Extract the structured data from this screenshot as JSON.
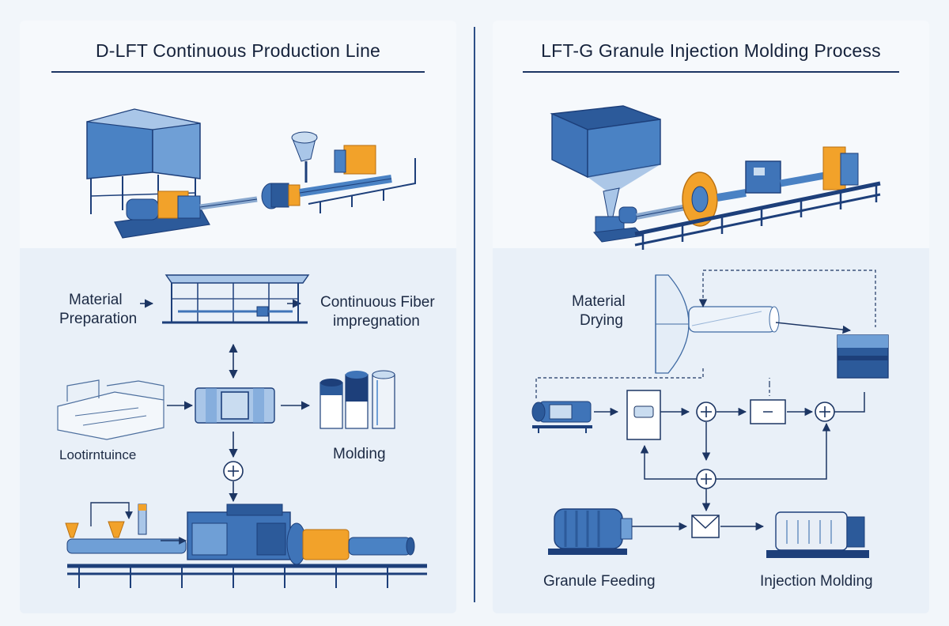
{
  "left_panel": {
    "title": "D-LFT Continuous Production Line",
    "labels": {
      "material_preparation_line1": "Material",
      "material_preparation_line2": "Preparation",
      "fiber_impregnation_line1": "Continuous Fiber",
      "fiber_impregnation_line2": "impregnation",
      "garbled_label": "Lootirntuince",
      "molding": "Molding"
    }
  },
  "right_panel": {
    "title": "LFT-G Granule Injection Molding Process",
    "labels": {
      "material_drying_line1": "Material",
      "material_drying_line2": "Drying",
      "granule_feeding": "Granule Feeding",
      "injection_molding": "Injection Molding"
    }
  },
  "colors": {
    "blue_dark": "#1d3f7a",
    "blue_mid": "#3f74b8",
    "blue_light": "#a9c6e8",
    "orange": "#f2a22a",
    "line": "#1c3563"
  }
}
